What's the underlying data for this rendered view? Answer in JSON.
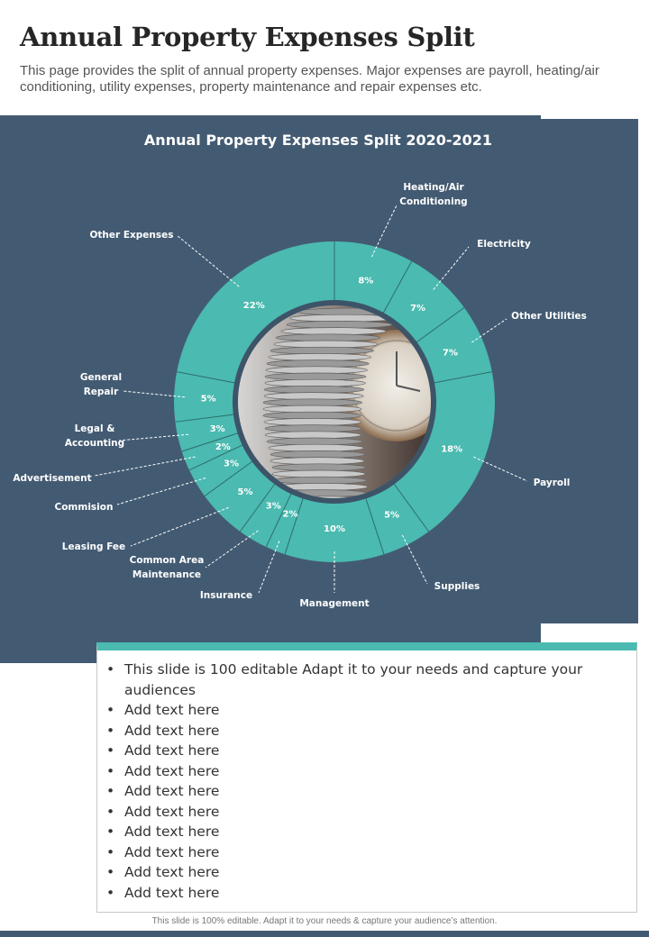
{
  "page": {
    "title": "Annual Property Expenses Split",
    "subtitle": "This page provides the split of annual property expenses. Major expenses are payroll, heating/air conditioning, utility expenses, property maintenance and repair expenses etc."
  },
  "colors": {
    "panel": "#435b72",
    "ring": "#4bbab0",
    "divider": "#2d6d6a",
    "label": "#ffffff"
  },
  "chart_data": {
    "type": "pie",
    "title": "Annual Property Expenses Split 2020-2021",
    "categories": [
      "Heating/Air Conditioning",
      "Electricity",
      "Other Utilities",
      "Payroll",
      "Supplies",
      "Management",
      "Insurance",
      "Common Area Maintenance",
      "Leasing Fee",
      "Commision",
      "Advertisement",
      "Legal & Accounting",
      "General Repair",
      "Other Expenses"
    ],
    "values": [
      8,
      7,
      7,
      18,
      5,
      10,
      2,
      3,
      5,
      3,
      2,
      3,
      5,
      22
    ],
    "value_labels": [
      "8%",
      "7%",
      "7%",
      "18%",
      "5%",
      "10%",
      "2%",
      "3%",
      "5%",
      "3%",
      "2%",
      "3%",
      "5%",
      "22%"
    ],
    "category_display": [
      [
        "Heating/Air",
        "Conditioning"
      ],
      [
        "Electricity"
      ],
      [
        "Other Utilities"
      ],
      [
        "Payroll"
      ],
      [
        "Supplies"
      ],
      [
        "Management"
      ],
      [
        "Insurance"
      ],
      [
        "Common Area",
        "Maintenance"
      ],
      [
        "Leasing Fee"
      ],
      [
        "Commision"
      ],
      [
        "Advertisement"
      ],
      [
        "Legal &",
        "Accounting"
      ],
      [
        "General",
        "Repair"
      ],
      [
        "Other Expenses"
      ]
    ],
    "center_image": "stacked-coins-and-clock-photo"
  },
  "textbox": {
    "bullets": [
      "This slide is 100 editable Adapt it to your needs and capture your audiences",
      "Add text here",
      "Add text here",
      "Add text here",
      "Add text here",
      "Add text here",
      "Add text here",
      "Add text here",
      "Add text here",
      "Add text here",
      "Add text here"
    ]
  },
  "footer": "This slide is 100% editable. Adapt it to your needs & capture your audience’s attention."
}
